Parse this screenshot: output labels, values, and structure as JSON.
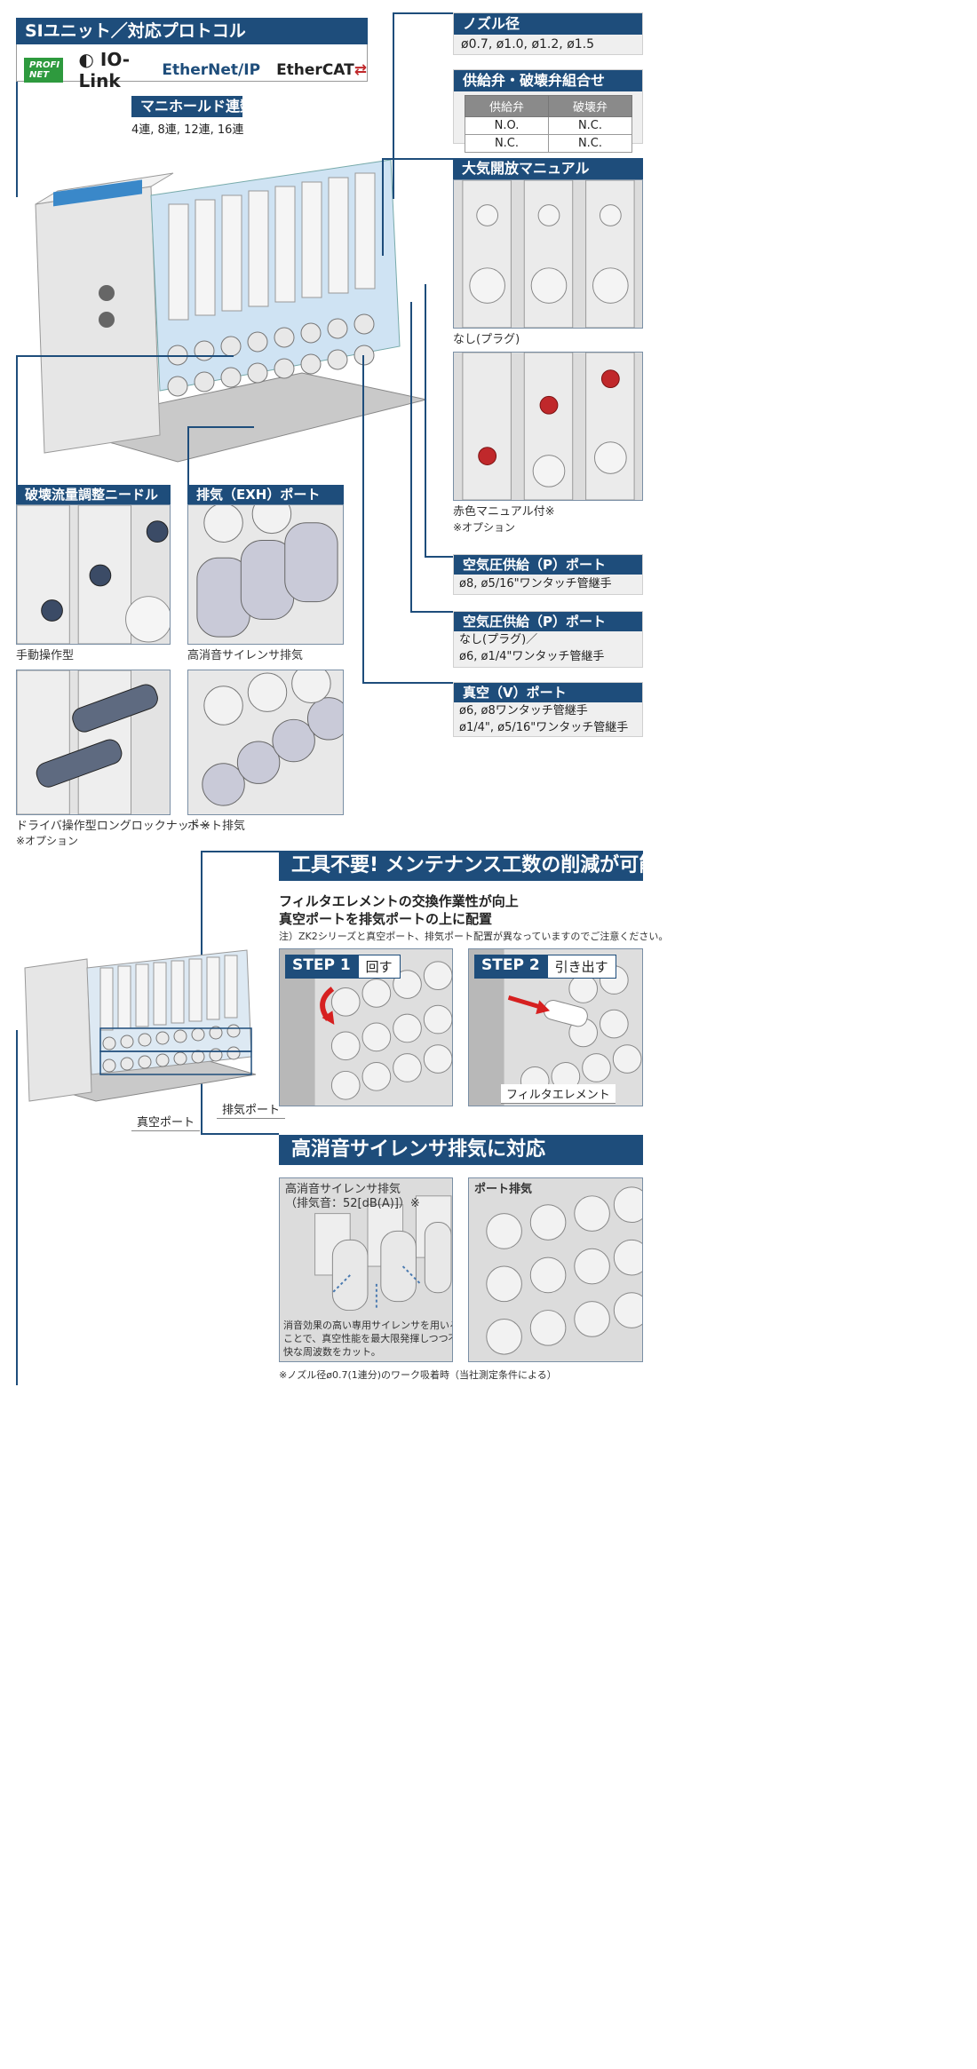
{
  "si_unit": {
    "title": "SIユニット／対応プロトコル",
    "logos": [
      "PROFI NET",
      "IO-Link",
      "EtherNet/IP",
      "EtherCAT"
    ]
  },
  "manifold": {
    "title": "マニホールド連数",
    "value": "4連, 8連, 12連, 16連"
  },
  "nozzle": {
    "title": "ノズル径",
    "value": "ø0.7, ø1.0, ø1.2, ø1.5"
  },
  "valve_combo": {
    "title": "供給弁・破壊弁組合せ",
    "headers": [
      "供給弁",
      "破壊弁"
    ],
    "rows": [
      [
        "N.O.",
        "N.C."
      ],
      [
        "N.C.",
        "N.C."
      ]
    ]
  },
  "manual": {
    "title": "大気開放マニュアル",
    "caption1": "なし(プラグ)",
    "caption2": "赤色マニュアル付※",
    "caption2_note": "※オプション"
  },
  "supply_p1": {
    "title": "空気圧供給（P）ポート",
    "value": "ø8, ø5/16\"ワンタッチ管継手"
  },
  "supply_p2": {
    "title": "空気圧供給（P）ポート",
    "line1": "なし(プラグ)／",
    "line2": "ø6, ø1/4\"ワンタッチ管継手"
  },
  "vacuum_port": {
    "title": "真空（V）ポート",
    "line1": "ø6, ø8ワンタッチ管継手",
    "line2": "ø1/4\", ø5/16\"ワンタッチ管継手"
  },
  "needle": {
    "title": "破壊流量調整ニードル",
    "caption1": "手動操作型",
    "caption2": "ドライバ操作型ロングロックナット※",
    "caption2_note": "※オプション"
  },
  "exh": {
    "title": "排気（EXH）ポート",
    "caption1": "高消音サイレンサ排気",
    "caption2": "ポート排気"
  },
  "maintenance": {
    "title": "工具不要! メンテナンス工数の削減が可能",
    "line1": "フィルタエレメントの交換作業性が向上",
    "line2": "真空ポートを排気ポートの上に配置",
    "note": "注）ZK2シリーズと真空ポート、排気ポート配置が異なっていますのでご注意ください。",
    "step1_label": "STEP 1",
    "step1_action": "回す",
    "step2_label": "STEP 2",
    "step2_action": "引き出す",
    "filter_label": "フィルタエレメント",
    "vacuum_port_label": "真空ポート",
    "exhaust_port_label": "排気ポート"
  },
  "silencer": {
    "title": "高消音サイレンサ排気に対応",
    "left_title1": "高消音サイレンサ排気",
    "left_title2": "（排気音：52[dB(A)]）※",
    "right_title": "ポート排気",
    "desc1": "消音効果の高い専用サイレンサを用いる",
    "desc2": "ことで、真空性能を最大限発揮しつつ不",
    "desc3": "快な周波数をカット。",
    "footnote": "※ノズル径ø0.7(1連分)のワーク吸着時（当社測定条件による）"
  }
}
